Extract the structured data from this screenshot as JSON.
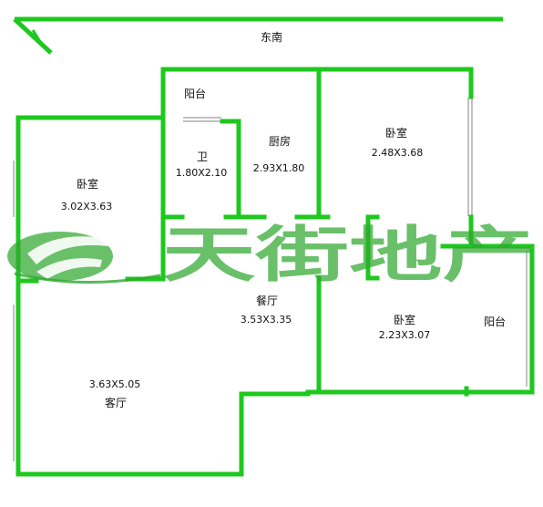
{
  "orientation": "东南",
  "rooms": {
    "balcony_top": {
      "name": "阳台"
    },
    "bathroom": {
      "name": "卫",
      "dims": "1.80X2.10"
    },
    "kitchen": {
      "name": "厨房",
      "dims": "2.93X1.80"
    },
    "bedroom_left": {
      "name": "卧室",
      "dims": "3.02X3.63"
    },
    "bedroom_right_top": {
      "name": "卧室",
      "dims": "2.48X3.68"
    },
    "dining": {
      "name": "餐厅",
      "dims": "3.53X3.35"
    },
    "bedroom_right_bottom": {
      "name": "卧室",
      "dims": "2.23X3.07"
    },
    "balcony_right": {
      "name": "阳台"
    },
    "living": {
      "name": "客厅",
      "dims": "3.63X5.05"
    }
  },
  "watermark": {
    "text": "天街地产"
  },
  "colors": {
    "wall": "#1ec81e",
    "window": "#9a9a9a",
    "logo": "#2fa82f",
    "background": "#ffffff"
  }
}
